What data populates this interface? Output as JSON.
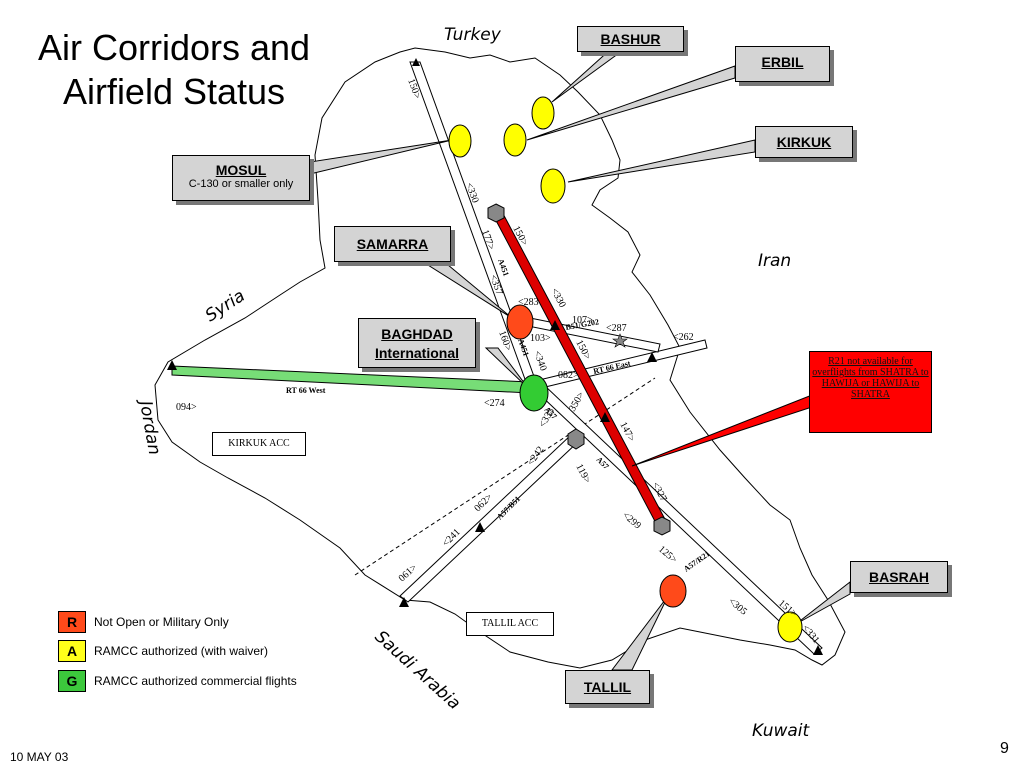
{
  "title_line1": "Air Corridors and",
  "title_line2": "Airfield Status",
  "countries": {
    "turkey": "Turkey",
    "syria": "Syria",
    "iran": "Iran",
    "jordan": "Jordan",
    "saudi": "Saudi Arabia",
    "kuwait": "Kuwait"
  },
  "callouts": {
    "bashur": "BASHUR",
    "erbil": "ERBIL",
    "kirkuk": "KIRKUK",
    "mosul": "MOSUL",
    "mosul_note": "C-130 or smaller only",
    "samarra": "SAMARRA",
    "baghdad_line1": "BAGHDAD",
    "baghdad_line2": "International",
    "basrah": "BASRAH",
    "tallil": "TALLIL"
  },
  "red_note": "R21 not available for overflights from SHATRA to HAWIJA or HAWIJA to SHATRA",
  "acc": {
    "kirkuk": "KIRKUK ACC",
    "tallil": "TALLIL ACC"
  },
  "route_names": {
    "rt66_west": "RT 66 West",
    "rt66_east": "RT 66 East",
    "b51_g202": "B51/G202",
    "r21": "R21",
    "a57": "A57",
    "a57_b51": "A57/B51",
    "a57_r21": "A57/R21",
    "a451": "A451"
  },
  "route_labels": {
    "l150_top": "150>",
    "l330_top": "<330",
    "l177": "177>",
    "l357": "<357",
    "l150_r21": "150>",
    "l330_r21": "<330",
    "l283": "<283",
    "l107": "107>",
    "l287": "<287",
    "l262": "<262",
    "l160": "160>",
    "l340": "<340",
    "l103": "103>",
    "l082": "082>",
    "l150_mid": "150>",
    "l094": "094>",
    "l274": "<274",
    "l350": "350>",
    "l147": "147>",
    "l333": "<333",
    "l242": "<242",
    "l119": "119>",
    "l327": "<327",
    "l062": "062>",
    "l241": "<241",
    "l299": "<299",
    "l125": "125>",
    "l061": "061>",
    "l305": "<305",
    "l151": "151>",
    "l331": "<331"
  },
  "legend": [
    {
      "letter": "R",
      "label": "Not Open or Military Only",
      "color": "#ff4a1a"
    },
    {
      "letter": "A",
      "label": "RAMCC authorized (with waiver)",
      "color": "#ffff1a"
    },
    {
      "letter": "G",
      "label": "RAMCC authorized commercial flights",
      "color": "#3cc83c"
    }
  ],
  "colors": {
    "red": "#ff4a1a",
    "yellow": "#ffff00",
    "green": "#33cc33",
    "r21_route": "#dd0000",
    "rt66_west": "#77dd77"
  },
  "footer": {
    "date": "10 MAY 03",
    "page": "9"
  }
}
